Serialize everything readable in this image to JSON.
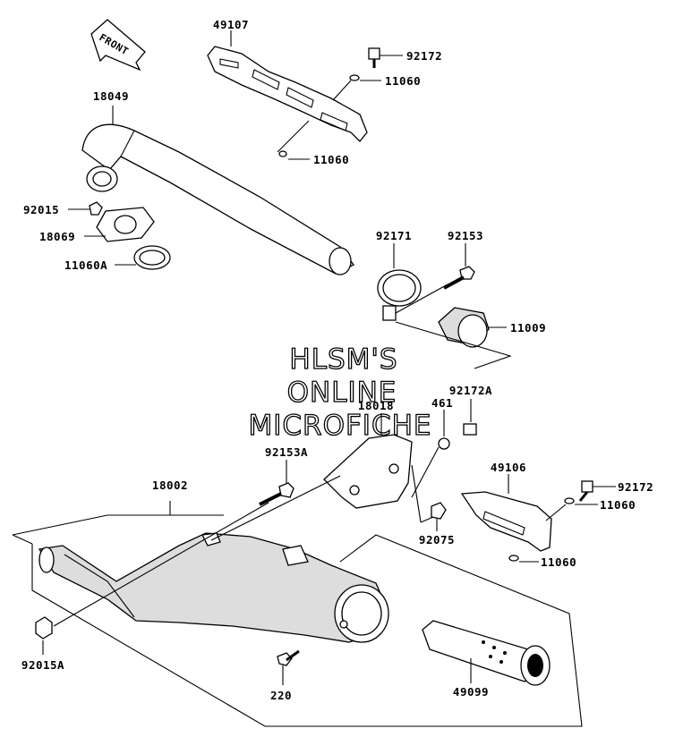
{
  "front_label": "FRONT",
  "watermark": [
    "HLSM'S",
    "ONLINE",
    "MICROFICHE"
  ],
  "part_labels": {
    "p49107": "49107",
    "p92172_top": "92172",
    "p11060_top": "11060",
    "p18049": "18049",
    "p11060_mid": "11060",
    "p92015": "92015",
    "p18069": "18069",
    "p11060A": "11060A",
    "p92171": "92171",
    "p92153": "92153",
    "p11009": "11009",
    "p18018": "18018",
    "p461": "461",
    "p92172A": "92172A",
    "p92153A": "92153A",
    "p18002": "18002",
    "p49106": "49106",
    "p92172_right": "92172",
    "p11060_right": "11060",
    "p92075": "92075",
    "p11060_low": "11060",
    "p92015A": "92015A",
    "p220": "220",
    "p49099": "49099"
  }
}
